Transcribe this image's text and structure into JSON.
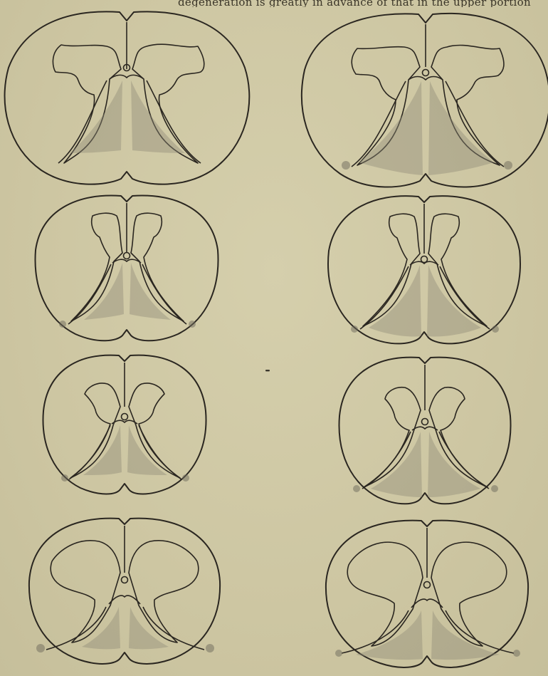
{
  "caption_fragment": "degeneration is greatly in advance of that in the upper portion",
  "plate": {
    "sections": [
      {
        "id": "top-left",
        "row": 1,
        "column": "left"
      },
      {
        "id": "top-right",
        "row": 1,
        "column": "right"
      },
      {
        "id": "second-left",
        "row": 2,
        "column": "left"
      },
      {
        "id": "second-right",
        "row": 2,
        "column": "right"
      },
      {
        "id": "third-left",
        "row": 3,
        "column": "left"
      },
      {
        "id": "third-right",
        "row": 3,
        "column": "right"
      },
      {
        "id": "bottom-left",
        "row": 4,
        "column": "left"
      },
      {
        "id": "bottom-right",
        "row": 4,
        "column": "right"
      }
    ]
  },
  "colors": {
    "paper": "#cfc8a4",
    "ink": "#2a2620",
    "stippling": "#8e8a78"
  }
}
